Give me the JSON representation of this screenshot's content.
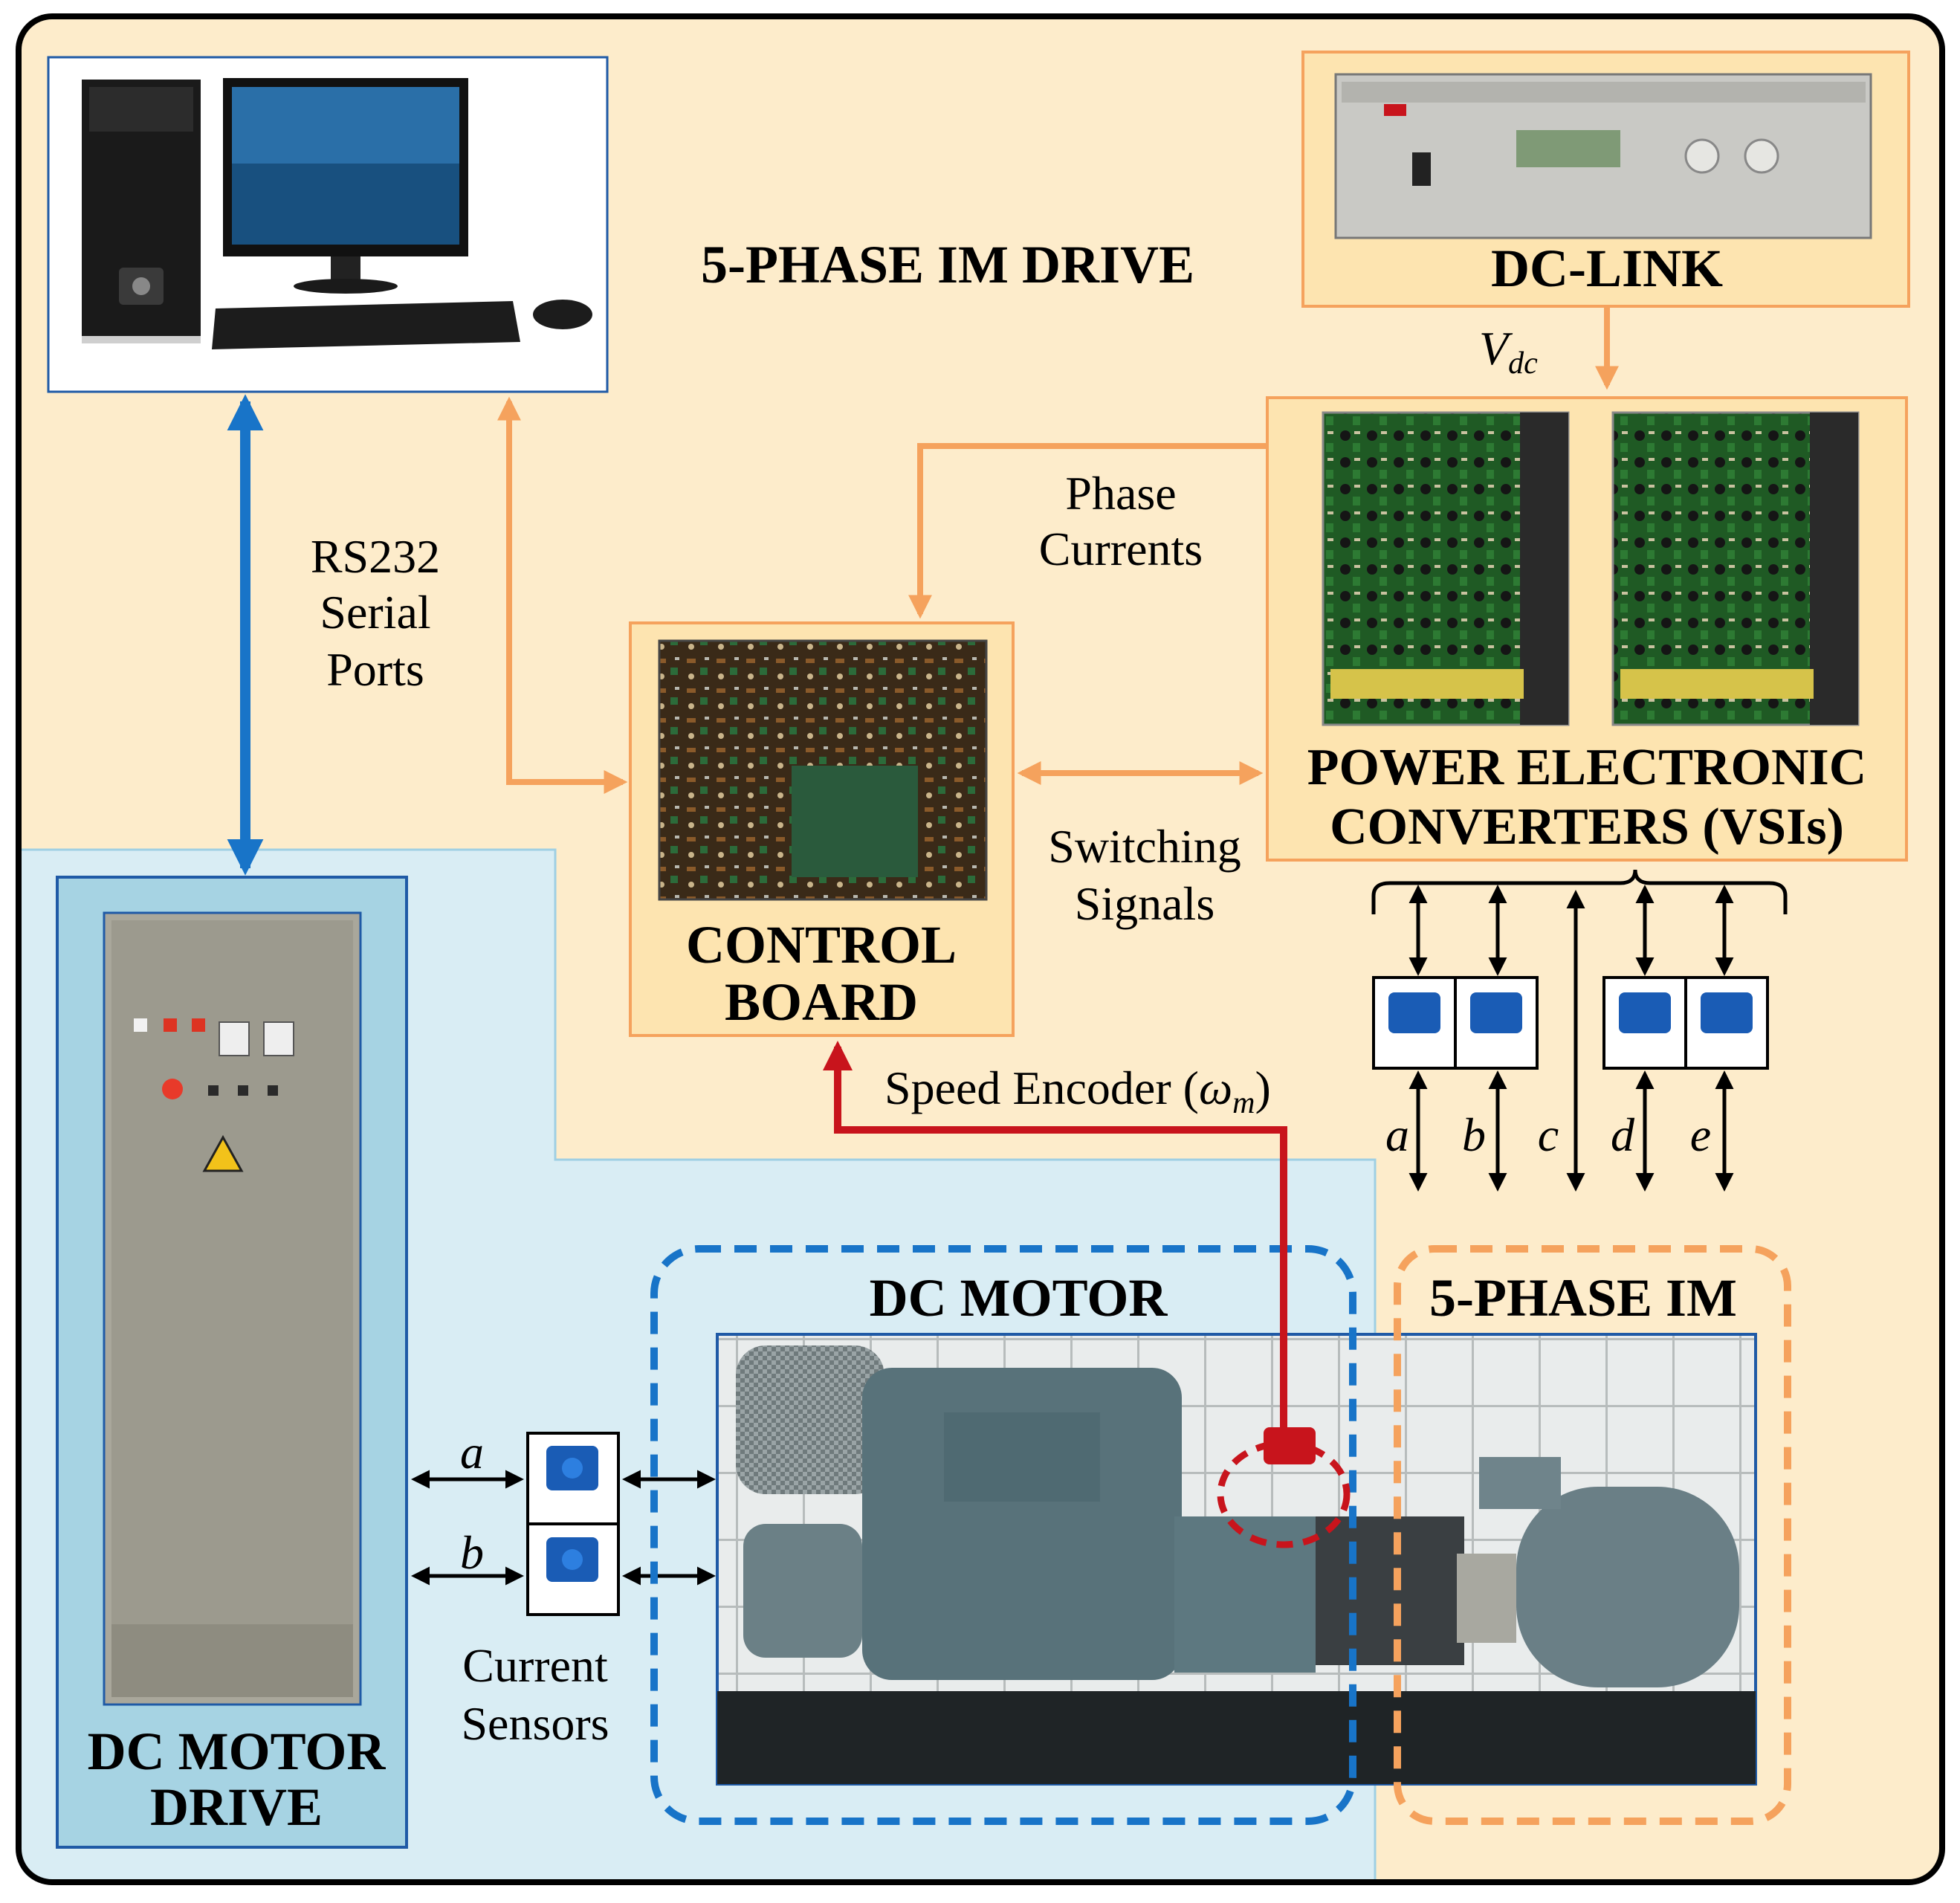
{
  "title": "5-PHASE IM DRIVE",
  "blocks": {
    "dc_link": "DC-LINK",
    "vdc_symbol": "V",
    "vdc_subscript": "dc",
    "power_converters_line1": "POWER ELECTRONIC",
    "power_converters_line2": "CONVERTERS (VSIs)",
    "control_board_line1": "CONTROL",
    "control_board_line2": "BOARD",
    "dc_motor_drive_line1": "DC MOTOR",
    "dc_motor_drive_line2": "DRIVE",
    "dc_motor": "DC MOTOR",
    "five_phase_im": "5-PHASE IM"
  },
  "labels": {
    "rs232_line1": "RS232",
    "rs232_line2": "Serial",
    "rs232_line3": "Ports",
    "phase_currents_line1": "Phase",
    "phase_currents_line2": "Currents",
    "switching_signals_line1": "Switching",
    "switching_signals_line2": "Signals",
    "speed_encoder_prefix": "Speed Encoder (",
    "speed_encoder_symbol": "ω",
    "speed_encoder_subscript": "m",
    "speed_encoder_suffix": ")",
    "current_sensors_line1": "Current",
    "current_sensors_line2": "Sensors",
    "phase_a": "a",
    "phase_b": "b",
    "phase_c": "c",
    "phase_d": "d",
    "phase_e": "e",
    "dc_phase_a": "a",
    "dc_phase_b": "b"
  },
  "colors": {
    "background": "#fdeccb",
    "blue_region": "#d9edf4",
    "orange": "#f5a25d",
    "blue": "#1874c8",
    "red": "#c8141c",
    "black": "#000000"
  }
}
